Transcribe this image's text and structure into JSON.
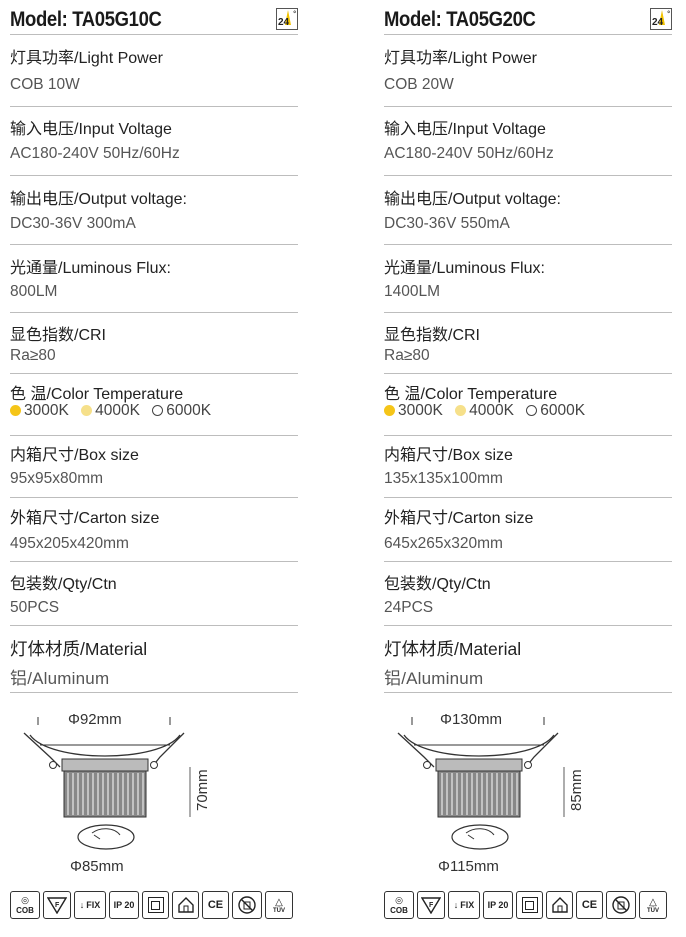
{
  "colors": {
    "warm": "#f5c518",
    "neutral": "#f6e08a",
    "cool": "#ffffff",
    "rule": "#bdbdbd"
  },
  "products": [
    {
      "model": "Model: TA05G10C",
      "beam_angle": "24",
      "angle_unit": "°",
      "power_label": "灯具功率/Light Power",
      "power_value": "COB 10W",
      "input_label": "输入电压/Input Voltage",
      "input_value": "AC180-240V  50Hz/60Hz",
      "output_label": "输出电压/Output voltage:",
      "output_value": "DC30-36V 300mA",
      "flux_label": "光通量/Luminous Flux:",
      "flux_value": "800LM",
      "cri_label": "显色指数/CRI",
      "cri_value": "Ra≥80",
      "cct_label": "色 温/Color Temperature",
      "cct_options": [
        "3000K",
        "4000K",
        "6000K"
      ],
      "box_label": "内箱尺寸/Box size",
      "box_value": "95x95x80mm",
      "carton_label": "外箱尺寸/Carton size",
      "carton_value": "495x205x420mm",
      "qty_label": "包装数/Qty/Ctn",
      "qty_value": "50PCS",
      "material_label": "灯体材质/Material",
      "material_value": "铝/Aluminum",
      "dim_diameter": "Φ92mm",
      "dim_height": "70mm",
      "dim_cutout": "Φ85mm"
    },
    {
      "model": "Model: TA05G20C",
      "beam_angle": "24",
      "angle_unit": "°",
      "power_label": "灯具功率/Light Power",
      "power_value": "COB 20W",
      "input_label": "输入电压/Input Voltage",
      "input_value": "AC180-240V  50Hz/60Hz",
      "output_label": "输出电压/Output voltage:",
      "output_value": "DC30-36V 550mA",
      "flux_label": "光通量/Luminous Flux:",
      "flux_value": "1400LM",
      "cri_label": "显色指数/CRI",
      "cri_value": "Ra≥80",
      "cct_label": "色 温/Color Temperature",
      "cct_options": [
        "3000K",
        "4000K",
        "6000K"
      ],
      "box_label": "内箱尺寸/Box size",
      "box_value": "135x135x100mm",
      "carton_label": "外箱尺寸/Carton size",
      "carton_value": "645x265x320mm",
      "qty_label": "包装数/Qty/Ctn",
      "qty_value": "24PCS",
      "material_label": "灯体材质/Material",
      "material_value": "铝/Aluminum",
      "dim_diameter": "Φ130mm",
      "dim_height": "85mm",
      "dim_cutout": "Φ115mm"
    }
  ],
  "cert_icons": {
    "cob": "COB",
    "fix": "FIX",
    "ip": "IP 20",
    "ce": "CE",
    "tuv": "TÜV",
    "icon_names": [
      "cob-icon",
      "f-mark-icon",
      "fix-icon",
      "ip20-icon",
      "class-ii-icon",
      "indoor-icon",
      "ce-icon",
      "no-dispose-icon",
      "tuv-icon"
    ]
  }
}
